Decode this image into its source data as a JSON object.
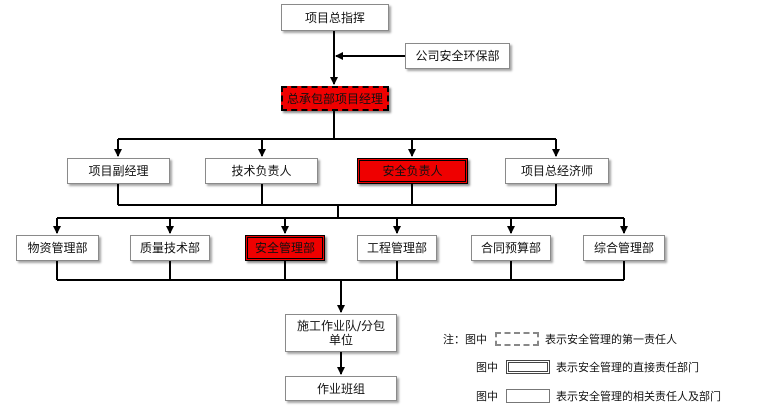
{
  "nodes": {
    "commander": "项目总指挥",
    "env_dept": "公司安全环保部",
    "gm": "总承包部项目经理",
    "deputy_pm": "项目副经理",
    "tech_lead": "技术负责人",
    "safety_lead": "安全负责人",
    "economist": "项目总经济师",
    "materials": "物资管理部",
    "quality": "质量技术部",
    "safety_dept": "安全管理部",
    "engineering": "工程管理部",
    "contract": "合同预算部",
    "general": "综合管理部",
    "construction": "施工作业队/分包\n单位",
    "team": "作业班组"
  },
  "legend": {
    "note_prefix": "注：",
    "in_figure": "图中",
    "first_responsible": "表示安全管理的第一责任人",
    "direct_dept": "表示安全管理的直接责任部门",
    "related": "表示安全管理的相关责任人及部门"
  },
  "colors": {
    "highlight_red": "#ef0000",
    "line": "#000000",
    "box_border": "#8a8a8a"
  }
}
